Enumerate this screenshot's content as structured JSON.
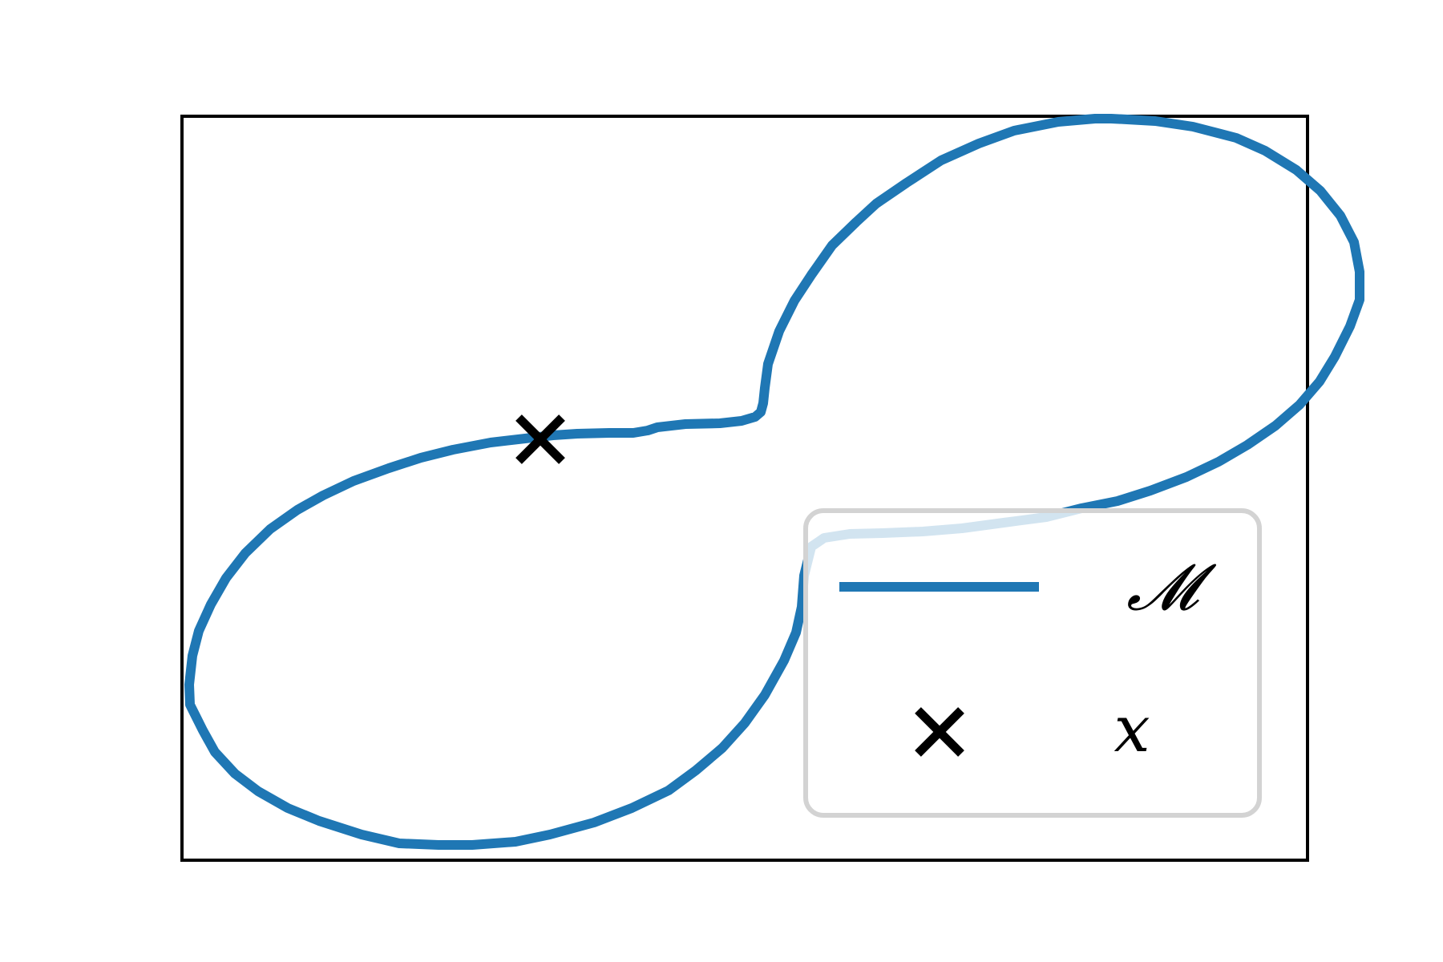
{
  "colors": {
    "curve": "#1f77b4",
    "marker": "#000000",
    "frame": "#000000",
    "legend_border": "#d3d3d3",
    "background": "#ffffff"
  },
  "legend": {
    "placement": "lower-right",
    "entries": [
      {
        "label": "𝓜",
        "symbol": "line",
        "color": "#1f77b4"
      },
      {
        "label": "x",
        "symbol": "x-marker",
        "color": "#000000"
      }
    ]
  },
  "elements": {
    "curve": {
      "name": "manifold-curve",
      "shape": "closed peanut-shaped loop"
    },
    "marker": {
      "name": "point-x",
      "symbol": "x-marker"
    }
  }
}
